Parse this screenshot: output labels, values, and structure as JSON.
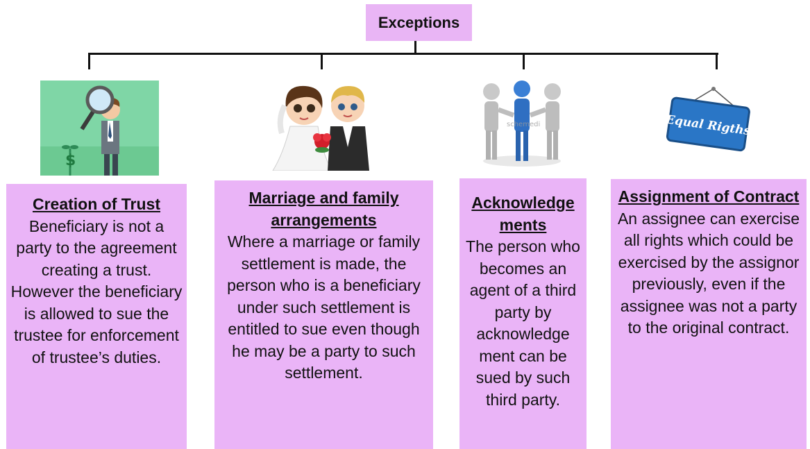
{
  "root": {
    "label": "Exceptions"
  },
  "branches": [
    {
      "heading": "Creation of Trust",
      "text": "Beneficiary is not a party to the agreement creating a trust. However the beneficiary is allowed to sue the trustee for enforcement of trustee’s duties.",
      "image": "magnifying-glass-dollar-plant"
    },
    {
      "heading": "Marriage and family arrangements",
      "text": "Where a marriage or family settlement is made, the person who is a beneficiary under such settlement is entitled to sue even though he may be a party to such settlement.",
      "image": "bride-and-groom"
    },
    {
      "heading": "Acknowledge ments",
      "text": "The person who becomes an agent of a third party by acknowledge ment can be sued by such third party.",
      "image": "three-figures-handshake"
    },
    {
      "heading": "Assignment of Contract",
      "text": "An assignee can exercise all rights which could be exercised by the assignor previously, even if the assignee was not a party to the original contract.",
      "image": "equal-rights-sign"
    }
  ],
  "sign_text": "Equal Rigths",
  "watermark": "schemedi",
  "colors": {
    "box_fill": "#eab4f7",
    "title_fill": "#e9b5f5",
    "connector": "#111111"
  }
}
